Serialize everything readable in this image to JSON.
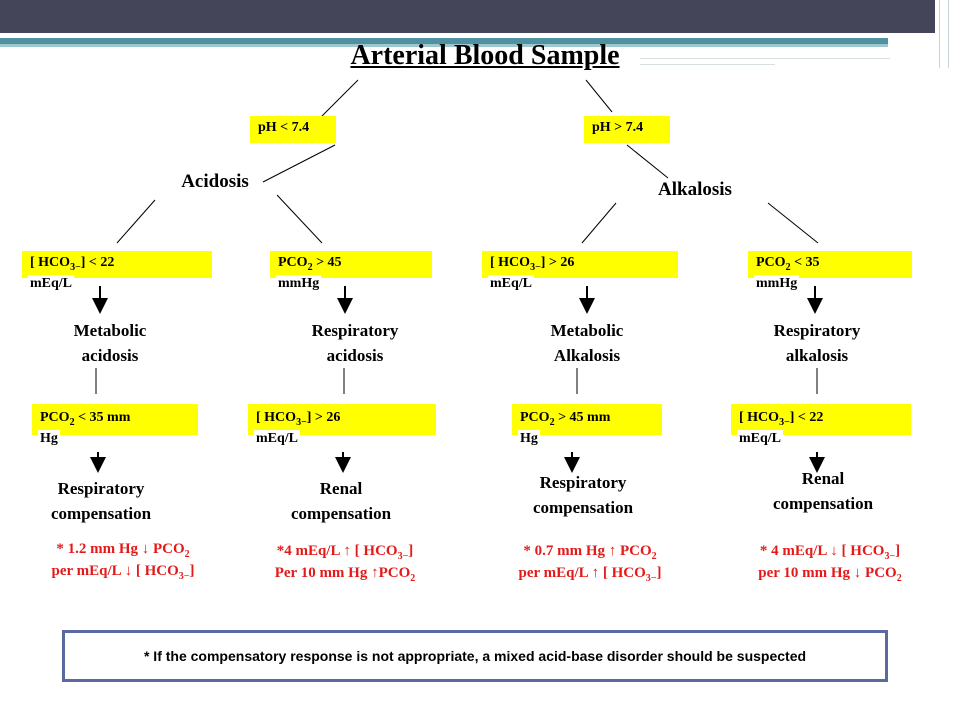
{
  "title": "Arterial Blood Sample",
  "ph_low": "pH < 7.4",
  "ph_high": "pH > 7.4",
  "acidosis": "Acidosis",
  "alkalosis": "Alkalosis",
  "col1": {
    "criterion_pre": "[ HCO",
    "criterion_sub": "3−",
    "criterion_post": "] < 22",
    "criterion_cont": "mEq/L",
    "disorder_line1": "Metabolic",
    "disorder_line2": "acidosis",
    "comp_pre": "PCO",
    "comp_sub": "2",
    "comp_post": " < 35 mm",
    "comp_cont": "Hg",
    "comp_line1": "Respiratory",
    "comp_line2": "compensation",
    "rule_line1": "* 1.2 mm Hg ↓ PCO",
    "rule_line1_sub": "2",
    "rule_line2_pre": "per  mEq/L ↓ [ HCO",
    "rule_line2_sub": "3−",
    "rule_line2_post": "]"
  },
  "col2": {
    "criterion_pre": "PCO",
    "criterion_sub": "2",
    "criterion_post": " > 45",
    "criterion_cont": "mmHg",
    "disorder_line1": "Respiratory",
    "disorder_line2": "acidosis",
    "comp_pre": "[ HCO",
    "comp_sub": "3−",
    "comp_post": "] > 26",
    "comp_cont": "mEq/L",
    "comp_line1": "Renal",
    "comp_line2": "compensation",
    "rule_line1_pre": "*4 mEq/L ↑ [ HCO",
    "rule_line1_sub": "3−",
    "rule_line1_post": "]",
    "rule_line2": "Per 10 mm Hg ↑PCO",
    "rule_line2_sub": "2"
  },
  "col3": {
    "criterion_pre": "[ HCO",
    "criterion_sub": "3−",
    "criterion_post": "] > 26",
    "criterion_cont": "mEq/L",
    "disorder_line1": "Metabolic",
    "disorder_line2": "Alkalosis",
    "comp_pre": "PCO",
    "comp_sub": "2",
    "comp_post": " > 45 mm",
    "comp_cont": "Hg",
    "comp_line1": "Respiratory",
    "comp_line2": "compensation",
    "rule_line1": "* 0.7 mm Hg ↑ PCO",
    "rule_line1_sub": "2",
    "rule_line2_pre": "per mEq/L ↑ [ HCO",
    "rule_line2_sub": "3−",
    "rule_line2_post": "]"
  },
  "col4": {
    "criterion_pre": "PCO",
    "criterion_sub": "2",
    "criterion_post": " < 35",
    "criterion_cont": "mmHg",
    "disorder_line1": "Respiratory",
    "disorder_line2": "alkalosis",
    "comp_pre": "[ HCO",
    "comp_sub": "3−",
    "comp_post": "] < 22",
    "comp_cont": "mEq/L",
    "comp_line1": "Renal",
    "comp_line2": "compensation",
    "rule_line1_pre": "* 4 mEq/L ↓ [ HCO",
    "rule_line1_sub": "3−",
    "rule_line1_post": "]",
    "rule_line2": "per 10 mm Hg ↓  PCO",
    "rule_line2_sub": "2"
  },
  "note": "* If the compensatory response is not appropriate, a mixed acid-base disorder should be suspected",
  "colors": {
    "box": "#ffff00",
    "rule_text": "#e41a1a",
    "header_bar": "#45455a",
    "accent": "#4f91a0",
    "note_border": "#5a6aa0"
  }
}
